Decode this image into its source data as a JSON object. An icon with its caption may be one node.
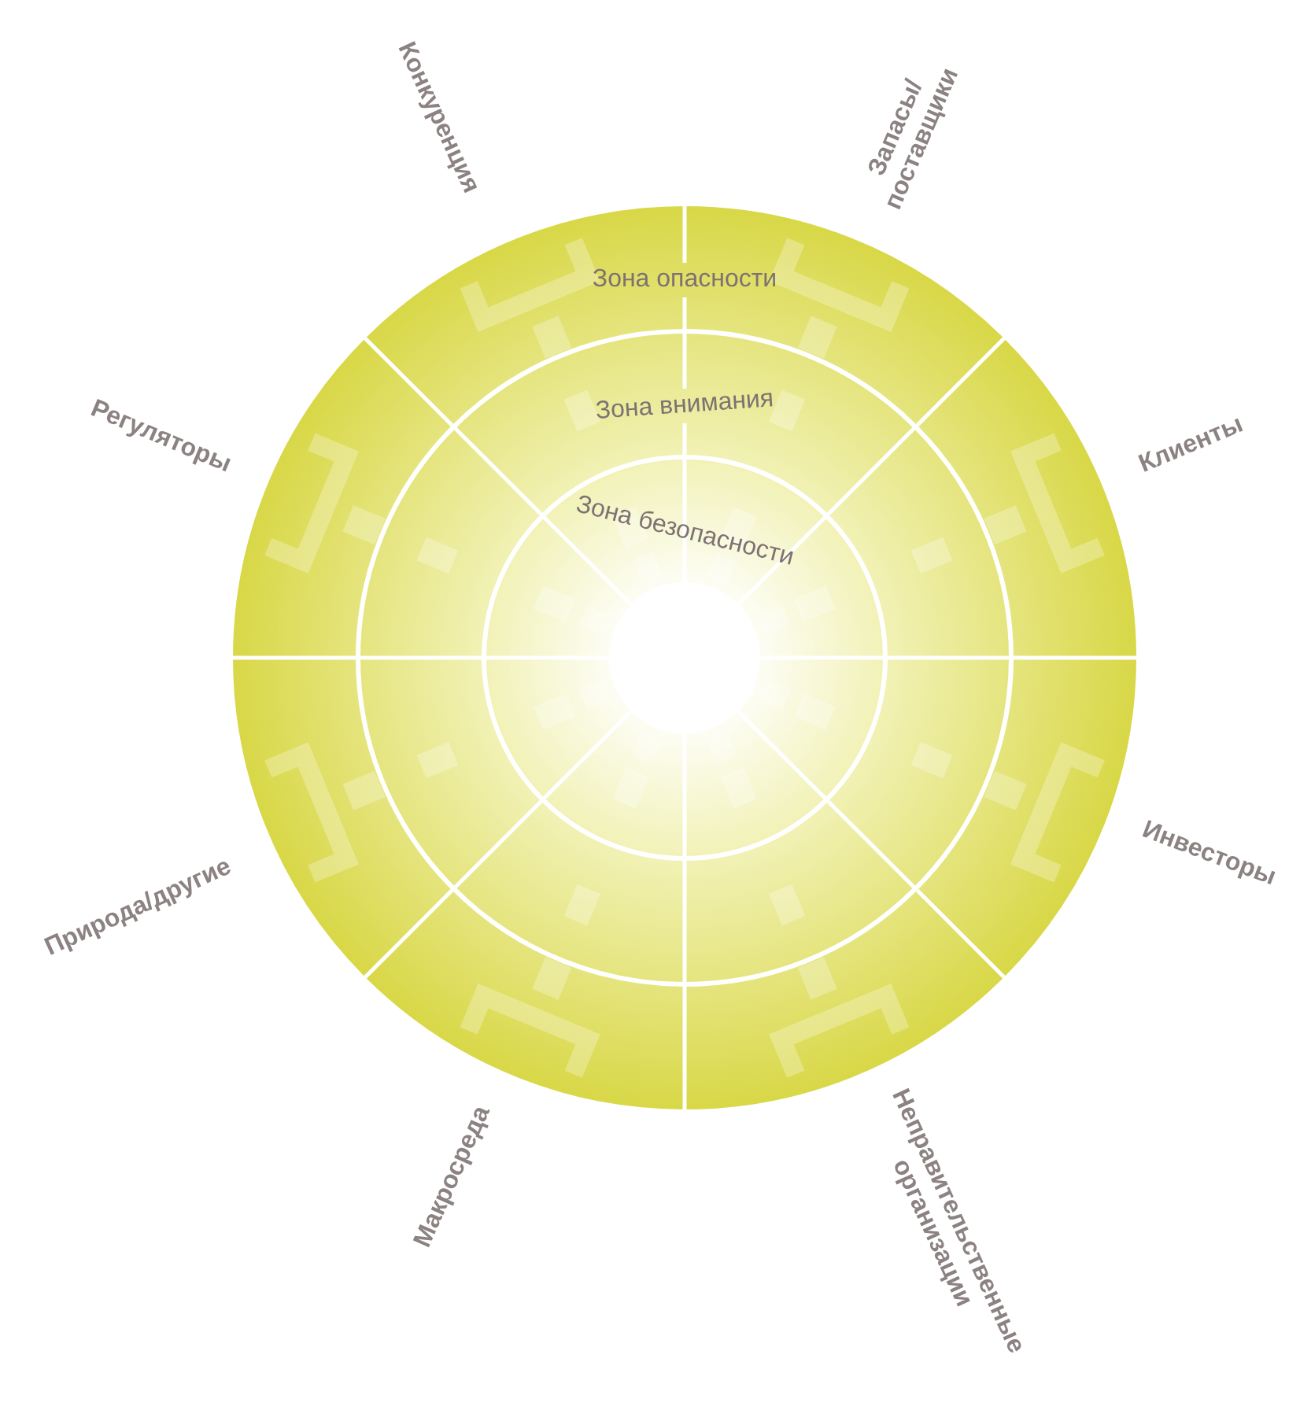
{
  "diagram": {
    "nodes": [
      {
        "text": [
          "Зона опасности"
        ]
      },
      {
        "text": [
          "Зона внимания"
        ],
        "in": 0
      },
      {
        "text": [
          "Зона безопасности"
        ],
        "in": 1
      }
    ],
    "labels": [
      "Запасы/ поставщики",
      "Клиенты",
      "Инвесторы",
      "Неправительственные организации",
      "Макросреда",
      "Природа/другие",
      "Регуляторы",
      "Конкуренция"
    ]
  }
}
